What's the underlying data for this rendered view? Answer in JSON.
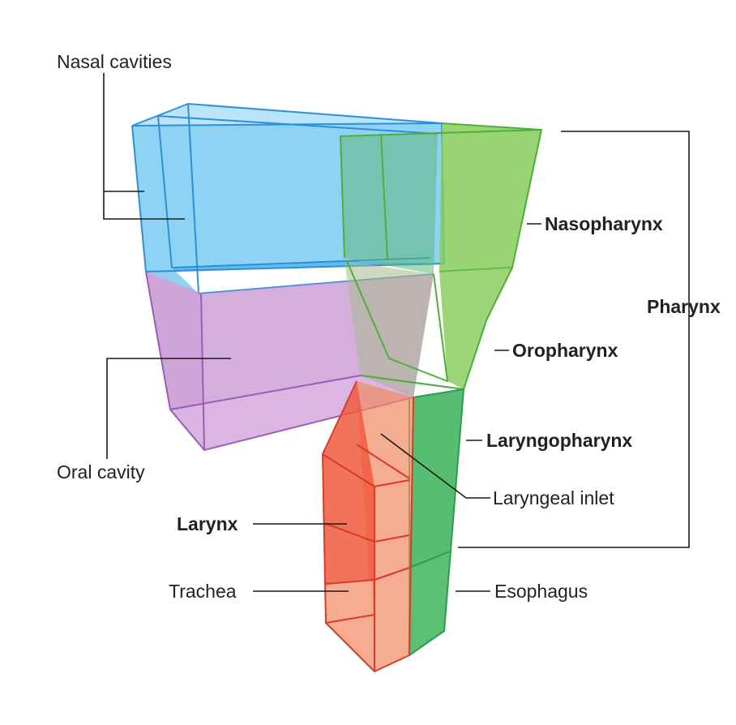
{
  "labels": {
    "nasal_cavities": "Nasal cavities",
    "nasopharynx": "Nasopharynx",
    "pharynx": "Pharynx",
    "oropharynx": "Oropharynx",
    "laryngopharynx": "Laryngopharynx",
    "laryngeal_inlet": "Laryngeal inlet",
    "oral_cavity": "Oral cavity",
    "larynx": "Larynx",
    "trachea": "Trachea",
    "esophagus": "Esophagus"
  },
  "colors": {
    "nasal": "#6ec6f0",
    "nasal_edge": "#2f8fd6",
    "oral": "#c38fd0",
    "oral_edge": "#9c5bb5",
    "pharynx": "#86cd5a",
    "pharynx_edge": "#4fae3a",
    "laryngopharynx": "#3fb45e",
    "larynx": "#ee5a3f",
    "larynx_edge": "#d93a2a",
    "trachea_light": "#f8b59a",
    "text": "#222222"
  }
}
